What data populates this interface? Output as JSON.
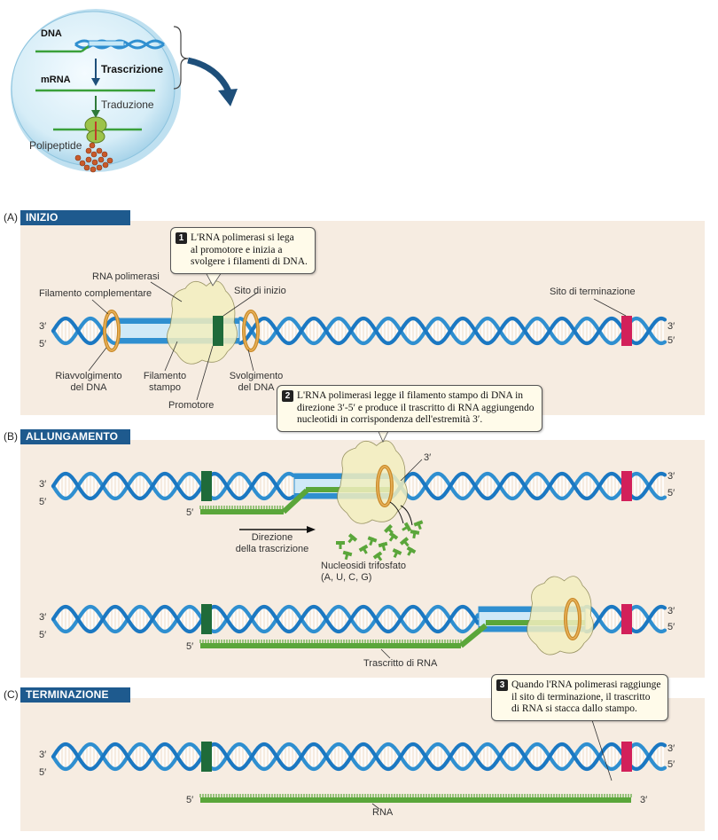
{
  "overview": {
    "dna": "DNA",
    "trascrizione": "Trascrizione",
    "mrna": "mRNA",
    "traduzione": "Traduzione",
    "polipeptide": "Polipeptide"
  },
  "panels": [
    {
      "tag": "(A)",
      "title": "INIZIO"
    },
    {
      "tag": "(B)",
      "title": "ALLUNGAMENTO"
    },
    {
      "tag": "(C)",
      "title": "TERMINAZIONE"
    }
  ],
  "callouts": [
    {
      "num": "1",
      "lines": [
        "L'RNA polimerasi si lega",
        "al promotore e inizia a",
        "svolgere i filamenti di DNA."
      ]
    },
    {
      "num": "2",
      "lines": [
        "L'RNA polimerasi legge il filamento stampo di DNA in",
        "direzione 3′-5′ e produce il trascritto di RNA aggiungendo",
        "nucleotidi in corrispondenza dell'estremità 3′."
      ]
    },
    {
      "num": "3",
      "lines": [
        "Quando l'RNA polimerasi raggiunge",
        "il sito di terminazione, il trascritto",
        "di RNA si stacca dallo stampo."
      ]
    }
  ],
  "labels_a": {
    "rna_polimerasi": "RNA polimerasi",
    "filamento_complementare": "Filamento complementare",
    "sito_inizio": "Sito di inizio",
    "sito_terminazione": "Sito di terminazione",
    "riavvolgimento_1": "Riavvolgimento",
    "riavvolgimento_2": "del DNA",
    "filamento_stampo_1": "Filamento",
    "filamento_stampo_2": "stampo",
    "svolgimento_1": "Svolgimento",
    "svolgimento_2": "del DNA",
    "promotore": "Promotore"
  },
  "labels_b": {
    "direzione_1": "Direzione",
    "direzione_2": "della trascrizione",
    "nucleosidi_1": "Nucleosidi trifosfato",
    "nucleosidi_2": "(A, U, C, G)",
    "trascritto": "Trascritto di RNA"
  },
  "labels_c": {
    "rna": "RNA"
  },
  "ends": {
    "three": "3′",
    "five": "5′"
  },
  "colors": {
    "panel": "#f6ece1",
    "header": "#1e5a8e",
    "dna": "#2f8fd0",
    "rna": "#5aa63a",
    "start_site": "#1f6b3a",
    "stop_site": "#d2205a",
    "polymerase": "#f3efbf"
  }
}
